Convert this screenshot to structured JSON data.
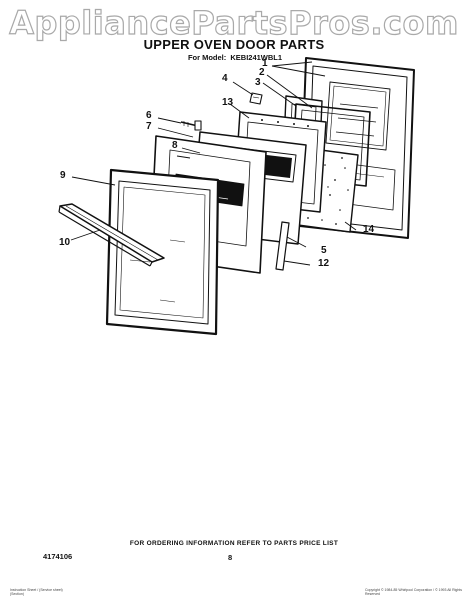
{
  "watermark": "AppliancePartsPros.com",
  "header": {
    "title": "UPPER OVEN DOOR PARTS",
    "model_prefix": "For Model:",
    "model": "KEBI241WBL1"
  },
  "callouts": {
    "c1": "1",
    "c2": "2",
    "c3": "3",
    "c4": "4",
    "c5": "5",
    "c6": "6",
    "c7": "7",
    "c8": "8",
    "c9": "9",
    "c10": "10",
    "c12": "12",
    "c13": "13",
    "c14": "14"
  },
  "footer": {
    "ordering_note": "FOR ORDERING INFORMATION REFER TO PARTS PRICE LIST",
    "part_number": "4174106",
    "page_number": "8",
    "fine_left": "Instruction Sheet / (Service sheet) (Section)",
    "fine_right": "Copyright © 1984-85 Whirlpool Corporation / © 1993 All Rights Reserved"
  }
}
